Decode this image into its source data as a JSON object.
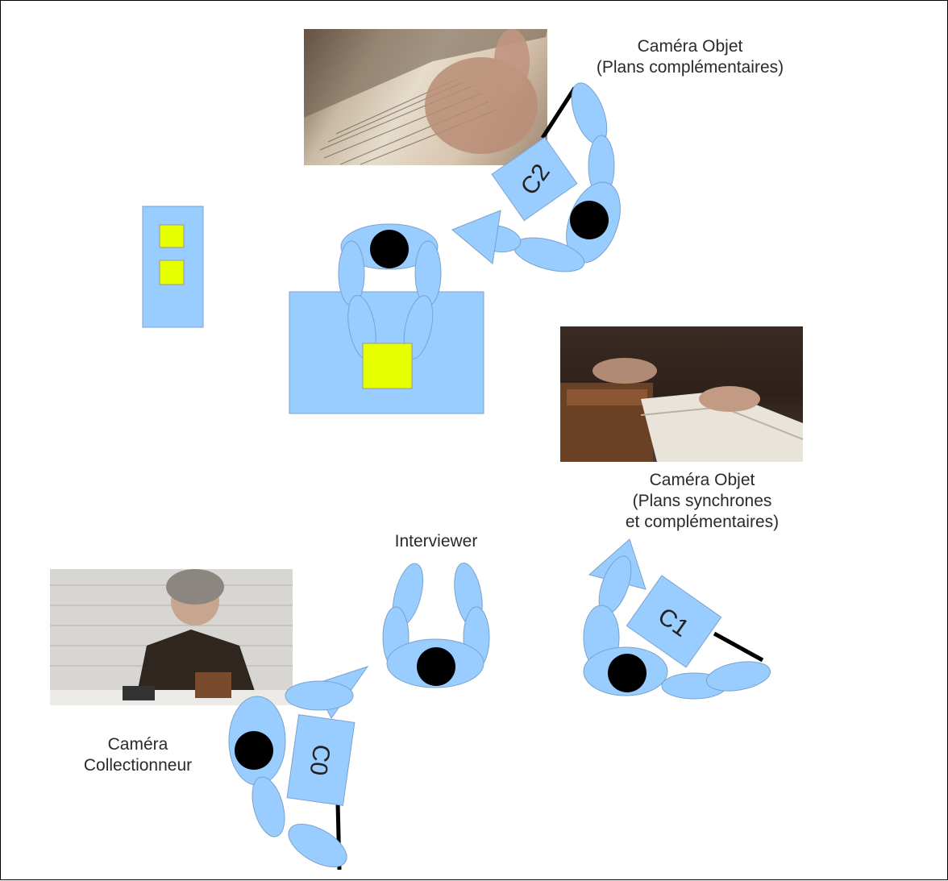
{
  "labels": {
    "cam2_title": "Caméra Objet",
    "cam2_subtitle": "(Plans complémentaires)",
    "cam1_title": "Caméra Objet",
    "cam1_line2": "(Plans synchrones",
    "cam1_line3": "et complémentaires)",
    "interviewer": "Interviewer",
    "cam0_title": "Caméra",
    "cam0_subtitle": "Collectionneur"
  },
  "cameras": {
    "c0": "C0",
    "c1": "C1",
    "c2": "C2"
  },
  "colors": {
    "furniture": "#99ccff",
    "object": "#e6ff00",
    "head": "#000000",
    "border": "#000000"
  }
}
